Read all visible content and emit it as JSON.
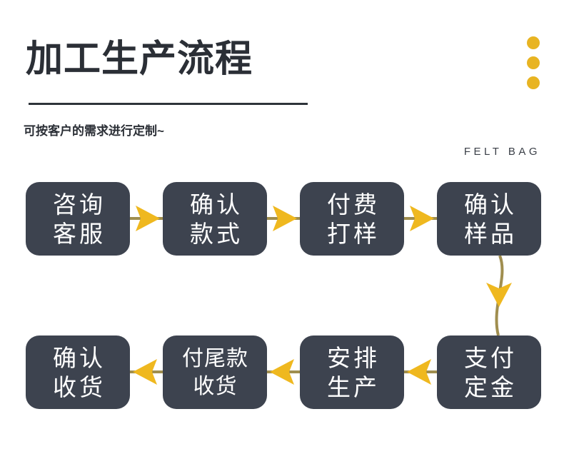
{
  "header": {
    "title": "加工生产流程",
    "subtitle": "可按客户的需求进行定制~",
    "brand": "FELT BAG"
  },
  "colors": {
    "box_fill": "#3d434f",
    "box_text": "#ffffff",
    "accent_dot": "#e8b422",
    "arrow_head": "#efb81f",
    "connector_line": "#a08e4f",
    "title_text": "#2b2f36",
    "rule": "#2e333a",
    "background": "#ffffff"
  },
  "flow": {
    "row1": [
      {
        "id": "step-1",
        "lines": [
          "咨询",
          "客服"
        ]
      },
      {
        "id": "step-2",
        "lines": [
          "确认",
          "款式"
        ]
      },
      {
        "id": "step-3",
        "lines": [
          "付费",
          "打样"
        ]
      },
      {
        "id": "step-4",
        "lines": [
          "确认",
          "样品"
        ]
      }
    ],
    "row2": [
      {
        "id": "step-8",
        "lines": [
          "确认",
          "收货"
        ]
      },
      {
        "id": "step-7",
        "lines": [
          "付尾款",
          "收货"
        ]
      },
      {
        "id": "step-6",
        "lines": [
          "安排",
          "生产"
        ]
      },
      {
        "id": "step-5",
        "lines": [
          "支付",
          "定金"
        ]
      }
    ],
    "connectors": [
      {
        "id": "arrow-1-2",
        "direction": "right"
      },
      {
        "id": "arrow-2-3",
        "direction": "right"
      },
      {
        "id": "arrow-3-4",
        "direction": "right"
      },
      {
        "id": "arrow-4-5",
        "direction": "down"
      },
      {
        "id": "arrow-5-6",
        "direction": "left"
      },
      {
        "id": "arrow-6-7",
        "direction": "left"
      },
      {
        "id": "arrow-7-8",
        "direction": "left"
      }
    ]
  },
  "decor": {
    "dots": [
      "dot-1",
      "dot-2",
      "dot-3"
    ]
  }
}
